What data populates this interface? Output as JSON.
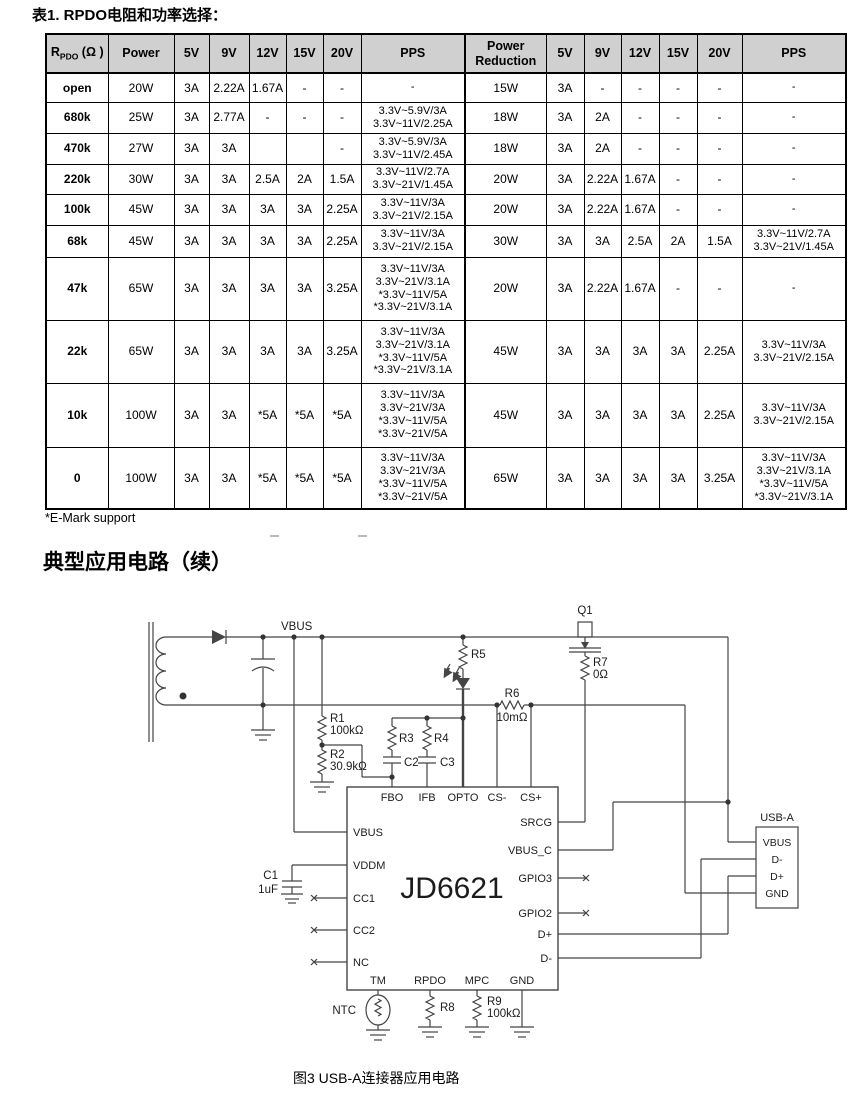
{
  "page": {
    "table_title": "表1. RPDO电阻和功率选择：",
    "footnote": "*E-Mark support",
    "section_heading": "典型应用电路（续）",
    "figure_caption": "图3 USB-A连接器应用电路"
  },
  "table": {
    "header_rpdo": {
      "pre": "R",
      "sub": "PDO",
      "post": " (Ω )"
    },
    "headers": [
      "Power",
      "5V",
      "9V",
      "12V",
      "15V",
      "20V",
      "PPS",
      "Power Reduction",
      "5V",
      "9V",
      "12V",
      "15V",
      "20V",
      "PPS"
    ],
    "rows": [
      [
        "open",
        "20W",
        "3A",
        "2.22A",
        "1.67A",
        "-",
        "-",
        [
          "-"
        ],
        "15W",
        "3A",
        "-",
        "-",
        "-",
        "-",
        [
          "-"
        ]
      ],
      [
        "680k",
        "25W",
        "3A",
        "2.77A",
        "-",
        "-",
        "-",
        [
          "3.3V~5.9V/3A",
          "3.3V~11V/2.25A"
        ],
        "18W",
        "3A",
        "2A",
        "-",
        "-",
        "-",
        [
          "-"
        ]
      ],
      [
        "470k",
        "27W",
        "3A",
        "3A",
        "",
        "",
        "-",
        [
          "3.3V~5.9V/3A",
          "3.3V~11V/2.45A"
        ],
        "18W",
        "3A",
        "2A",
        "-",
        "-",
        "-",
        [
          "-"
        ]
      ],
      [
        "220k",
        "30W",
        "3A",
        "3A",
        "2.5A",
        "2A",
        "1.5A",
        [
          "3.3V~11V/2.7A",
          "3.3V~21V/1.45A"
        ],
        "20W",
        "3A",
        "2.22A",
        "1.67A",
        "-",
        "-",
        [
          "-"
        ]
      ],
      [
        "100k",
        "45W",
        "3A",
        "3A",
        "3A",
        "3A",
        "2.25A",
        [
          "3.3V~11V/3A",
          "3.3V~21V/2.15A"
        ],
        "20W",
        "3A",
        "2.22A",
        "1.67A",
        "-",
        "-",
        [
          "-"
        ]
      ],
      [
        "68k",
        "45W",
        "3A",
        "3A",
        "3A",
        "3A",
        "2.25A",
        [
          "3.3V~11V/3A",
          "3.3V~21V/2.15A"
        ],
        "30W",
        "3A",
        "3A",
        "2.5A",
        "2A",
        "1.5A",
        [
          "3.3V~11V/2.7A",
          "3.3V~21V/1.45A"
        ]
      ],
      [
        "47k",
        "65W",
        "3A",
        "3A",
        "3A",
        "3A",
        "3.25A",
        [
          "3.3V~11V/3A",
          "3.3V~21V/3.1A",
          "*3.3V~11V/5A",
          "*3.3V~21V/3.1A"
        ],
        "20W",
        "3A",
        "2.22A",
        "1.67A",
        "-",
        "-",
        [
          "-"
        ]
      ],
      [
        "22k",
        "65W",
        "3A",
        "3A",
        "3A",
        "3A",
        "3.25A",
        [
          "3.3V~11V/3A",
          "3.3V~21V/3.1A",
          "*3.3V~11V/5A",
          "*3.3V~21V/3.1A"
        ],
        "45W",
        "3A",
        "3A",
        "3A",
        "3A",
        "2.25A",
        [
          "3.3V~11V/3A",
          "3.3V~21V/2.15A"
        ]
      ],
      [
        "10k",
        "100W",
        "3A",
        "3A",
        "*5A",
        "*5A",
        "*5A",
        [
          "3.3V~11V/3A",
          "3.3V~21V/3A",
          "*3.3V~11V/5A",
          "*3.3V~21V/5A"
        ],
        "45W",
        "3A",
        "3A",
        "3A",
        "3A",
        "2.25A",
        [
          "3.3V~11V/3A",
          "3.3V~21V/2.15A"
        ]
      ],
      [
        "0",
        "100W",
        "3A",
        "3A",
        "*5A",
        "*5A",
        "*5A",
        [
          "3.3V~11V/3A",
          "3.3V~21V/3A",
          "*3.3V~11V/5A",
          "*3.3V~21V/5A"
        ],
        "65W",
        "3A",
        "3A",
        "3A",
        "3A",
        "3.25A",
        [
          "3.3V~11V/3A",
          "3.3V~21V/3.1A",
          "*3.3V~11V/5A",
          "*3.3V~21V/3.1A"
        ]
      ]
    ]
  },
  "circuit": {
    "ic_name": "JD6621",
    "net_vbus": "VBUS",
    "r1": "R1",
    "r1v": "100kΩ",
    "r2": "R2",
    "r2v": "30.9kΩ",
    "r3": "R3",
    "r4": "R4",
    "c2": "C2",
    "c3": "C3",
    "r5": "R5",
    "r6": "R6",
    "r6v": "10mΩ",
    "q1": "Q1",
    "r7": "R7",
    "r7v": "0Ω",
    "c1": "C1",
    "c1v": "1uF",
    "ntc": "NTC",
    "r8": "R8",
    "r9": "R9",
    "r9v": "100kΩ",
    "pins": {
      "fbo": "FBO",
      "ifb": "IFB",
      "opto": "OPTO",
      "csn": "CS-",
      "csp": "CS+",
      "srcg": "SRCG",
      "vbusc": "VBUS_C",
      "gpio3": "GPIO3",
      "gpio2": "GPIO2",
      "dp": "D+",
      "dn": "D-",
      "vbus": "VBUS",
      "vddm": "VDDM",
      "cc1": "CC1",
      "cc2": "CC2",
      "nc": "NC",
      "tm": "TM",
      "rpdo": "RPDO",
      "mpc": "MPC",
      "gnd": "GND"
    },
    "usb": {
      "title": "USB-A",
      "pins": [
        "VBUS",
        "D-",
        "D+",
        "GND"
      ]
    }
  }
}
